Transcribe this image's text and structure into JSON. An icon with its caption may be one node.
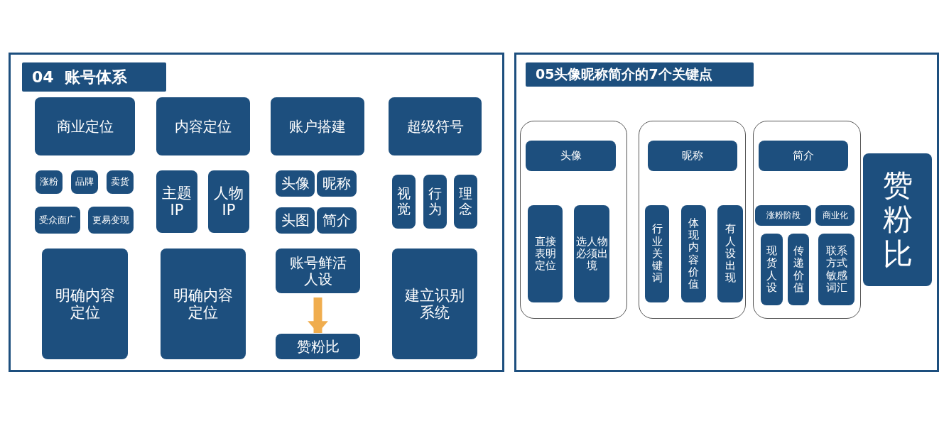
{
  "diagram": {
    "nodes": [
      {
        "text": [],
        "shape": "box"
      },
      {
        "text": [
          "04  账号体系"
        ],
        "in": 0
      },
      {
        "text": [
          "商业定位"
        ],
        "in": 0
      },
      {
        "text": [
          "内容定位"
        ],
        "in": 0
      },
      {
        "text": [
          "账户搭建"
        ],
        "in": 0
      },
      {
        "text": [
          "超级符号"
        ],
        "in": 0
      },
      {
        "text": [
          "涨粉"
        ],
        "in": 0
      },
      {
        "text": [
          "品牌"
        ],
        "in": 0
      },
      {
        "text": [
          "卖货"
        ],
        "in": 0
      },
      {
        "text": [
          "受众面广"
        ],
        "in": 0
      },
      {
        "text": [
          "更易变现"
        ],
        "in": 0
      },
      {
        "text": [
          "主题 IP"
        ],
        "in": 0
      },
      {
        "text": [
          "人物 IP"
        ],
        "in": 0
      },
      {
        "text": [
          "头像"
        ],
        "in": 0
      },
      {
        "text": [
          "昵称"
        ],
        "in": 0
      },
      {
        "text": [
          "头图"
        ],
        "in": 0
      },
      {
        "text": [
          "简介"
        ],
        "in": 0
      },
      {
        "text": [
          "视觉"
        ],
        "in": 0
      },
      {
        "text": [
          "行为"
        ],
        "in": 0
      },
      {
        "text": [
          "理念"
        ],
        "in": 0
      },
      {
        "text": [
          "明确内容定位"
        ],
        "in": 0
      },
      {
        "text": [
          "明确内容定位"
        ],
        "in": 0
      },
      {
        "text": [
          "账号鲜活人设"
        ],
        "in": 0
      },
      {
        "text": [
          "赞粉比"
        ],
        "in": 0
      },
      {
        "text": [
          "建立识别系统"
        ],
        "in": 0
      },
      {
        "text": [],
        "shape": "box"
      },
      {
        "text": [
          "05头像昵称简介的7个关键点"
        ],
        "in": 25
      },
      {
        "text": [],
        "shape": "box",
        "in": 25
      },
      {
        "text": [
          "头像"
        ],
        "in": 27
      },
      {
        "text": [
          "直接表明定位"
        ],
        "in": 27
      },
      {
        "text": [
          "选人物必须出境"
        ],
        "in": 27
      },
      {
        "text": [],
        "shape": "box",
        "in": 25
      },
      {
        "text": [
          "昵称"
        ],
        "in": 31
      },
      {
        "text": [
          "行业关键词"
        ],
        "in": 31
      },
      {
        "text": [
          "体现内容价值"
        ],
        "in": 31
      },
      {
        "text": [
          "有人设出现"
        ],
        "in": 31
      },
      {
        "text": [],
        "shape": "box",
        "in": 25
      },
      {
        "text": [
          "简介"
        ],
        "in": 36
      },
      {
        "text": [
          "涨粉阶段"
        ],
        "in": 36
      },
      {
        "text": [
          "商业化"
        ],
        "in": 36
      },
      {
        "text": [
          "现货人设"
        ],
        "in": 36
      },
      {
        "text": [
          "传递价值"
        ],
        "in": 36
      },
      {
        "text": [
          "联系方式敏感词汇"
        ],
        "in": 36
      },
      {
        "text": [
          "赞粉比"
        ],
        "in": 25
      }
    ],
    "edges": [
      {
        "from": 22,
        "to": 23,
        "arrow": "to",
        "color": "#f0ad4e"
      }
    ]
  }
}
